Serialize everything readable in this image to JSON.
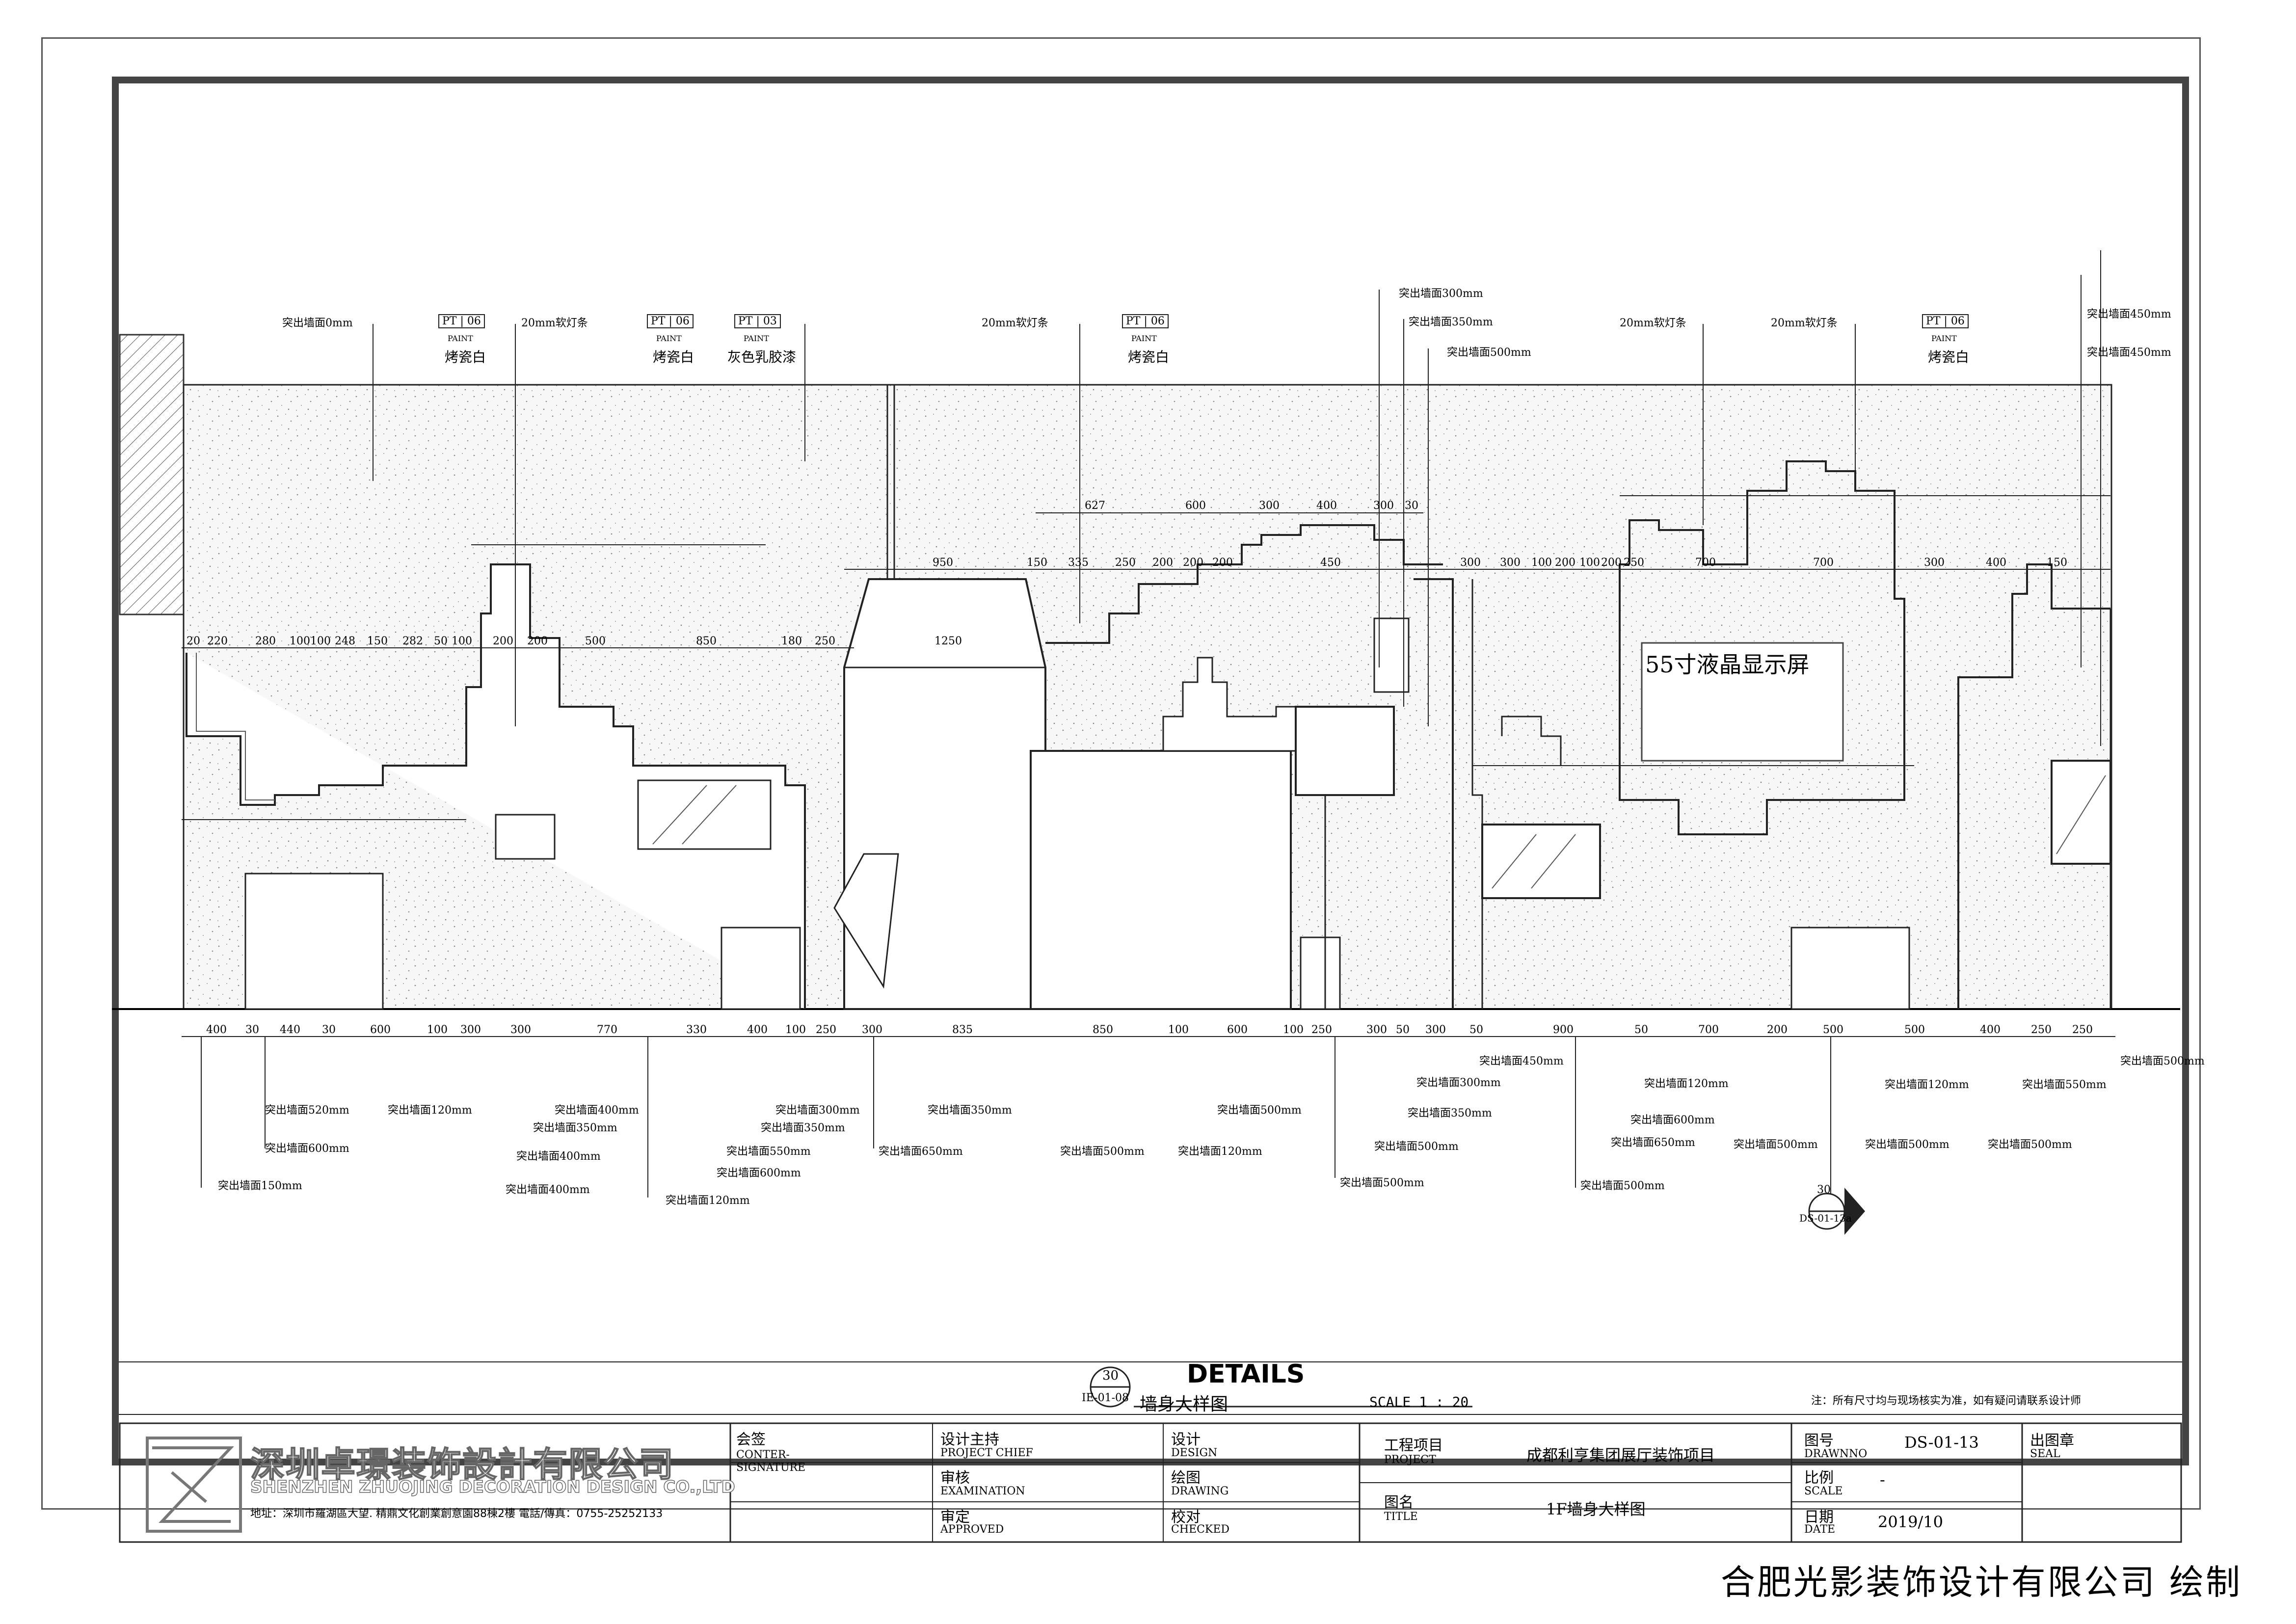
{
  "drawing": {
    "labels_top": [
      {
        "text": "突出墙面0mm"
      },
      {
        "text": "20mm软灯条"
      },
      {
        "text": "20mm软灯条"
      },
      {
        "text": "20mm软灯条"
      },
      {
        "text": "20mm软灯条"
      },
      {
        "text": "突出墙面300mm"
      },
      {
        "text": "突出墙面350mm"
      },
      {
        "text": "突出墙面500mm"
      },
      {
        "text": "突出墙面450mm"
      },
      {
        "text": "突出墙面450mm"
      }
    ],
    "material_tags": [
      {
        "code": "PT",
        "num": "06",
        "sub": "PAINT",
        "name": "烤瓷白"
      },
      {
        "code": "PT",
        "num": "06",
        "sub": "PAINT",
        "name": "烤瓷白"
      },
      {
        "code": "PT",
        "num": "03",
        "sub": "PAINT",
        "name": "灰色乳胶漆"
      },
      {
        "code": "PT",
        "num": "06",
        "sub": "PAINT",
        "name": "烤瓷白"
      },
      {
        "code": "PT",
        "num": "06",
        "sub": "PAINT",
        "name": "烤瓷白"
      }
    ],
    "lcd_label": "55寸液晶显示屏",
    "dims_row_a": [
      "627",
      "600",
      "300",
      "400",
      "300",
      "30"
    ],
    "dims_row_b": [
      "950",
      "150",
      "335",
      "250",
      "200",
      "200",
      "200",
      "450",
      "300",
      "300",
      "100",
      "200",
      "100",
      "200",
      "250",
      "700",
      "700",
      "300",
      "400",
      "150"
    ],
    "dims_row_c": [
      "20",
      "220",
      "280",
      "100",
      "100",
      "248",
      "150",
      "282",
      "50",
      "100",
      "200",
      "200",
      "500",
      "850",
      "180",
      "250",
      "1250"
    ],
    "dims_bottom": [
      "400",
      "30",
      "440",
      "30",
      "600",
      "100",
      "300",
      "300",
      "770",
      "330",
      "400",
      "100",
      "250",
      "300",
      "835",
      "850",
      "100",
      "600",
      "100",
      "250",
      "300",
      "50",
      "300",
      "50",
      "900",
      "50",
      "700",
      "200",
      "500",
      "500",
      "400",
      "250",
      "250"
    ],
    "labels_bottom": [
      {
        "text": "突出墙面520mm"
      },
      {
        "text": "突出墙面120mm"
      },
      {
        "text": "突出墙面600mm"
      },
      {
        "text": "突出墙面150mm"
      },
      {
        "text": "突出墙面400mm"
      },
      {
        "text": "突出墙面350mm"
      },
      {
        "text": "突出墙面400mm"
      },
      {
        "text": "突出墙面400mm"
      },
      {
        "text": "突出墙面300mm"
      },
      {
        "text": "突出墙面350mm"
      },
      {
        "text": "突出墙面550mm"
      },
      {
        "text": "突出墙面600mm"
      },
      {
        "text": "突出墙面120mm"
      },
      {
        "text": "突出墙面350mm"
      },
      {
        "text": "突出墙面650mm"
      },
      {
        "text": "突出墙面500mm"
      },
      {
        "text": "突出墙面120mm"
      },
      {
        "text": "突出墙面500mm"
      },
      {
        "text": "突出墙面500mm"
      },
      {
        "text": "突出墙面500mm"
      },
      {
        "text": "突出墙面300mm"
      },
      {
        "text": "突出墙面350mm"
      },
      {
        "text": "突出墙面450mm"
      },
      {
        "text": "突出墙面120mm"
      },
      {
        "text": "突出墙面600mm"
      },
      {
        "text": "突出墙面650mm"
      },
      {
        "text": "突出墙面500mm"
      },
      {
        "text": "突出墙面500mm"
      },
      {
        "text": "突出墙面500mm"
      },
      {
        "text": "突出墙面500mm"
      },
      {
        "text": "突出墙面120mm"
      },
      {
        "text": "突出墙面550mm"
      },
      {
        "text": "突出墙面500mm"
      }
    ],
    "section_ref": {
      "num": "30",
      "sheet": "DS-01-13a"
    }
  },
  "sheet": {
    "detail_ref": {
      "num": "30",
      "sheet": "IE-01-08"
    },
    "heading": "DETAILS",
    "name": "墙身大样图",
    "scale": "SCALE  1 : 20",
    "note": "注：所有尺寸均与现场核实为准，如有疑问请联系设计师"
  },
  "titleblock": {
    "company_cn": "深圳卓璟装饰設計有限公司",
    "company_en": "SHENZHEN ZHUOJING DECORATION DESIGN CO.,LTD",
    "address": "地址：深圳市羅湖區大望. 精鼎文化創業創意園88棟2樓    電話/傳真：0755-25252133",
    "cosign_cn": "会签",
    "cosign_en1": "CONTER-",
    "cosign_en2": "SIGNATURE",
    "chief_cn": "设计主持",
    "chief_en": "PROJECT CHIEF",
    "exam_cn": "审核",
    "exam_en": "EXAMINATION",
    "approved_cn": "审定",
    "approved_en": "APPROVED",
    "design_cn": "设计",
    "design_en": "DESIGN",
    "drawing_cn": "绘图",
    "drawing_en": "DRAWING",
    "checked_cn": "校对",
    "checked_en": "CHECKED",
    "project_cn": "工程项目",
    "project_en": "PROJECT",
    "project_value": "成都利亨集团展厅装饰项目",
    "title_cn": "图名",
    "title_en": "TITLE",
    "title_value": "1F墙身大样图",
    "drawno_cn": "图号",
    "drawno_en": "DRAWNNO",
    "drawno_value": "DS-01-13",
    "scale_cn": "比例",
    "scale_en": "SCALE",
    "scale_value": "-",
    "date_cn": "日期",
    "date_en": "DATE",
    "date_value": "2019/10",
    "seal_cn": "出图章",
    "seal_en": "SEAL"
  },
  "footer": "合肥光影装饰设计有限公司 绘制"
}
